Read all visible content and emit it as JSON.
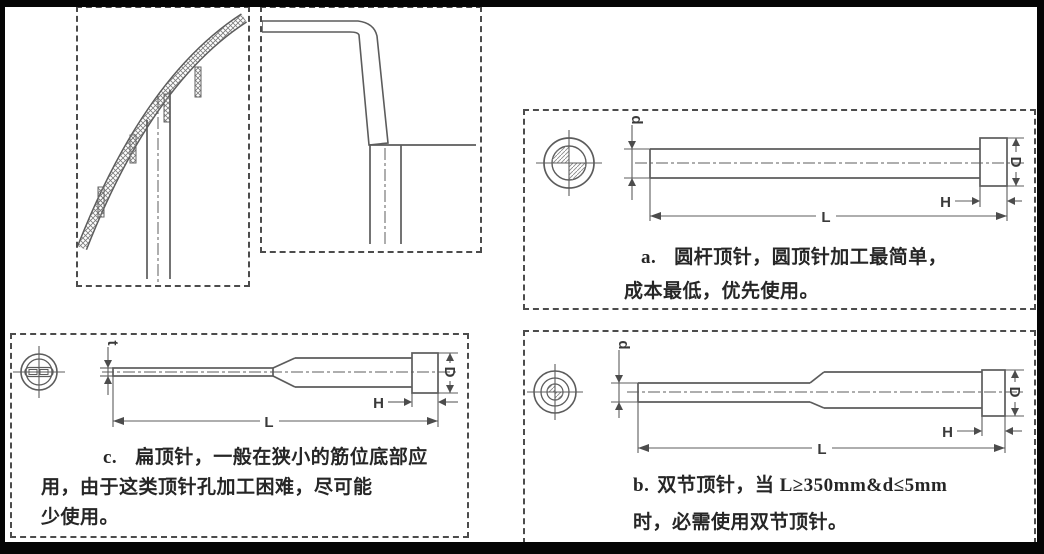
{
  "colors": {
    "frame": "#000000",
    "background": "#ffffff",
    "line": "#5c5c5c",
    "text": "#262626"
  },
  "panel_a": {
    "label": "a.",
    "caption_lines": [
      "圆杆顶针，圆顶针加工最简单，",
      "成本最低，优先使用。"
    ],
    "dims": {
      "d": "d",
      "D": "D",
      "H": "H",
      "L": "L"
    }
  },
  "panel_b": {
    "label": "b.",
    "caption_lines": [
      "双节顶针，当 L≥350mm&d≤5mm",
      "时，必需使用双节顶针。"
    ],
    "dims": {
      "d": "d",
      "D": "D",
      "H": "H",
      "L": "L"
    }
  },
  "panel_c": {
    "label": "c.",
    "caption_lines": [
      "扁顶针，一般在狭小的筋位底部应",
      "用，由于这类顶针孔加工困难，尽可能",
      "少使用。"
    ],
    "dims": {
      "t": "t",
      "D": "D",
      "H": "H",
      "L": "L"
    }
  }
}
